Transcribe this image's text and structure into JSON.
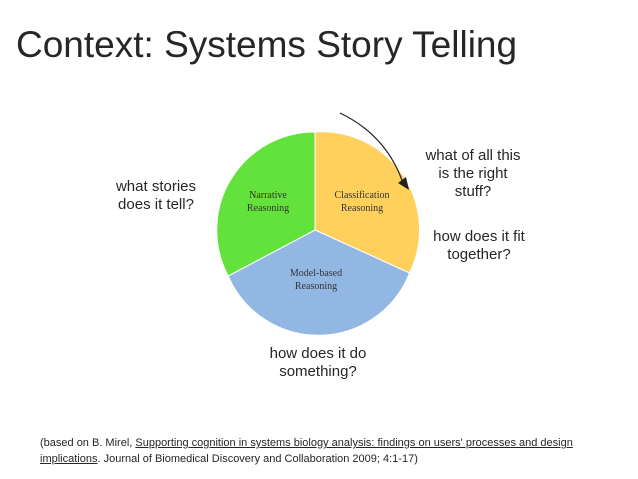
{
  "slide": {
    "title": "Context: Systems Story Telling"
  },
  "diagram": {
    "segments": [
      {
        "id": "classification",
        "label_line1": "Classification",
        "label_line2": "Reasoning",
        "color": "#FFD15C"
      },
      {
        "id": "model-based",
        "label_line1": "Model-based",
        "label_line2": "Reasoning",
        "color": "#93B7E3"
      },
      {
        "id": "narrative",
        "label_line1": "Narrative",
        "label_line2": "Reasoning",
        "color": "#62E23B"
      }
    ]
  },
  "questions": {
    "stories": {
      "line1": "what stories",
      "line2": "does it tell?"
    },
    "right_stuff": {
      "line1": "what of all this",
      "line2": "is the right",
      "line3": "stuff?"
    },
    "fit": {
      "line1": "how does it fit",
      "line2": "together?"
    },
    "do": {
      "line1": "how does it do",
      "line2": "something?"
    }
  },
  "citation": {
    "prefix": "(based on B. Mirel, ",
    "link_text": "Supporting cognition in systems biology analysis: findings on users' processes and design implications",
    "suffix": ". Journal of Biomedical Discovery and Collaboration 2009; 4:1-17)"
  }
}
